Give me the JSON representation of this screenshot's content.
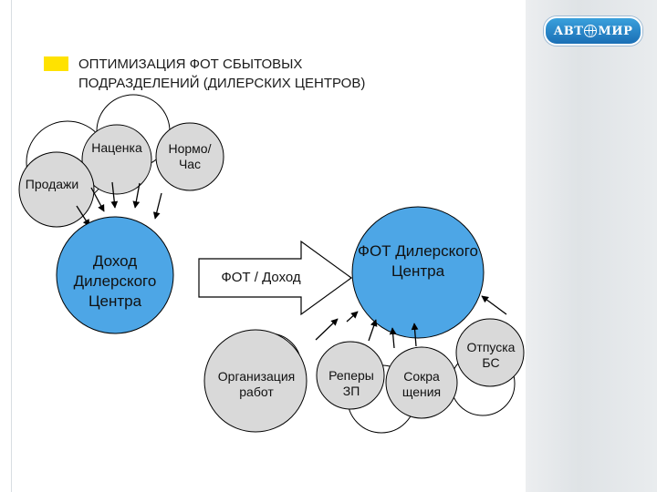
{
  "title": {
    "line1": "ОПТИМИЗАЦИЯ ФОТ СБЫТОВЫХ",
    "line2": "ПОДРАЗДЕЛЕНИЙ (ДИЛЕРСКИХ ЦЕНТРОВ)"
  },
  "logo": {
    "left": "АВТ",
    "right": "МИР"
  },
  "nodes": {
    "markup": "Наценка",
    "norm_hour": "Нормо/ Час",
    "sales": "Продажи",
    "dealer_income": "Доход Дилерского Центра",
    "ratio": "ФОТ / Доход",
    "dealer_payroll": "ФОТ Дилерского Центра",
    "work_org": "Организация работ",
    "benchmarks": "Реперы ЗП",
    "reductions": "Сокра щения",
    "vacations": "Отпуска БС"
  },
  "colors": {
    "accent_blue": "#4da6e6",
    "node_grey": "#d9d9d9",
    "title_marker": "#ffe200",
    "band": "#e3e7ea"
  },
  "icons": {
    "logo_globe": "globe-icon"
  }
}
